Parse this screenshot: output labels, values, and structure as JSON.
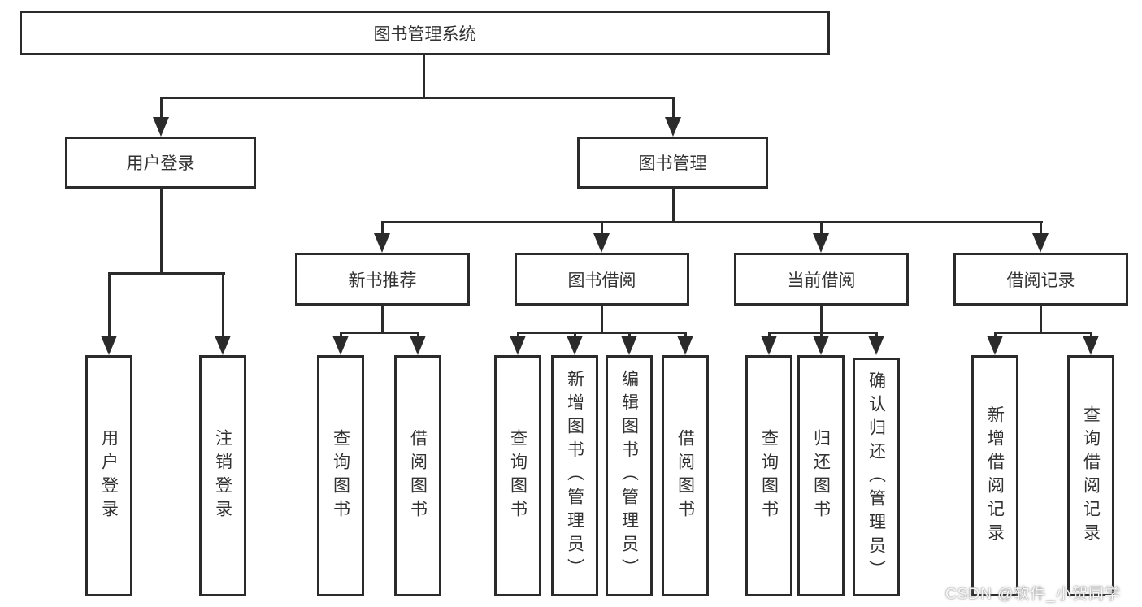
{
  "diagram": {
    "type": "tree-structure-chart",
    "line_color": "#2b2b2b",
    "box_background": "#ffffff",
    "nodes": {
      "root": {
        "label": "图书管理系统"
      },
      "user_login": {
        "label": "用户登录"
      },
      "book_mgmt": {
        "label": "图书管理"
      },
      "new_book": {
        "label": "新书推荐"
      },
      "book_borrow": {
        "label": "图书借阅"
      },
      "current_borrow": {
        "label": "当前借阅"
      },
      "borrow_records": {
        "label": "借阅记录"
      },
      "leaf_user_login": {
        "label": "用户登录"
      },
      "leaf_logout": {
        "label": "注销登录"
      },
      "leaf_nb_query": {
        "label": "查询图书"
      },
      "leaf_nb_borrow": {
        "label": "借阅图书"
      },
      "leaf_bw_query": {
        "label": "查询图书"
      },
      "leaf_bw_add": {
        "label": "新增图书（管理员）"
      },
      "leaf_bw_edit": {
        "label": "编辑图书（管理员）"
      },
      "leaf_bw_borrow": {
        "label": "借阅图书"
      },
      "leaf_cu_query": {
        "label": "查询图书"
      },
      "leaf_cu_return": {
        "label": "归还图书"
      },
      "leaf_cu_confirm": {
        "label": "确认归还（管理员）"
      },
      "leaf_re_add": {
        "label": "新增借阅记录"
      },
      "leaf_re_query": {
        "label": "查询借阅记录"
      }
    }
  },
  "watermark": {
    "text": "CSDN @软件_小贺同学"
  }
}
